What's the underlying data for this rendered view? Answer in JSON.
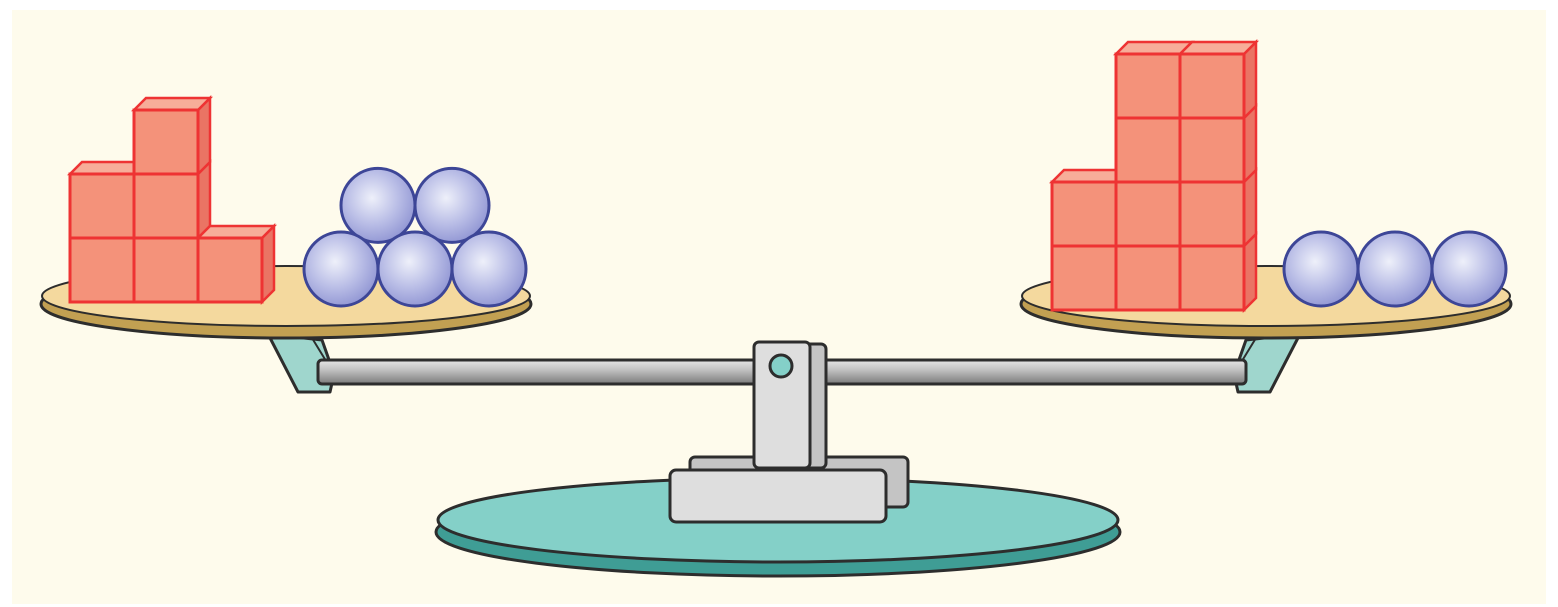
{
  "diagram": {
    "subject": "balance scale",
    "colors": {
      "background": "#fefbec",
      "cube_fill": "#f4927a",
      "cube_top": "#f7ad99",
      "cube_side": "#ea7464",
      "cube_stroke": "#ee3333",
      "ball_light": "#e9ebf8",
      "ball_dark": "#8e93d2",
      "ball_stroke": "#3d4697",
      "pan_fill": "#f4d99e",
      "pan_rim": "#c2a052",
      "pan_stroke": "#2d2d2d",
      "base_fill": "#84d0c8",
      "base_side": "#3f9d95",
      "bracket_fill": "#9fd6cd",
      "beam_light": "#d9d9d9",
      "beam_dark": "#7a7a7a",
      "stand_fill": "#dedede",
      "stand_dark": "#c4c4c4"
    },
    "left_pan": {
      "cubes": 6,
      "cube_column_heights": [
        2,
        3,
        1
      ],
      "balls": 5,
      "ball_rows": [
        2,
        3
      ]
    },
    "right_pan": {
      "cubes": 10,
      "cube_column_heights": [
        2,
        4,
        4
      ],
      "balls": 3,
      "ball_rows": [
        3
      ]
    },
    "beam": "level"
  }
}
